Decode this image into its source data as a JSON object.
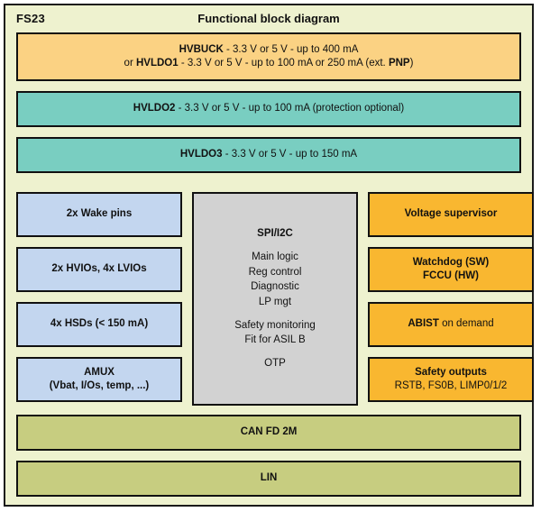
{
  "header": {
    "part_number": "FS23",
    "title": "Functional block diagram"
  },
  "colors": {
    "canvas": "#eef2cf",
    "border": "#111111",
    "buck": "#fbd283",
    "ldo": "#79cec1",
    "io": "#c3d6ef",
    "core": "#d2d2d2",
    "safety": "#f9b730",
    "network": "#c7cd80"
  },
  "supplies": [
    {
      "name": "hvbuck-hvldo1",
      "line1_bold": "HVBUCK",
      "line1_rest": " - 3.3 V or 5 V - up to 400 mA",
      "line2_pre": "or ",
      "line2_bold": "HVLDO1",
      "line2_mid": " - 3.3 V or 5 V - up to 100 mA or 250 mA (ext. ",
      "line2_bold2": "PNP",
      "line2_end": ")"
    },
    {
      "name": "hvldo2",
      "bold": "HVLDO2",
      "rest": " - 3.3 V or 5 V - up to 100 mA (protection optional)"
    },
    {
      "name": "hvldo3",
      "bold": "HVLDO3",
      "rest": " - 3.3 V or 5 V - up to 150 mA"
    }
  ],
  "io_blocks": [
    {
      "name": "wake-pins",
      "line1": "2x Wake pins",
      "line2": ""
    },
    {
      "name": "hvios-lvios",
      "line1": "2x HVIOs, 4x LVIOs",
      "line2": ""
    },
    {
      "name": "hsds",
      "line1": "4x HSDs (< 150 mA)",
      "line2": ""
    },
    {
      "name": "amux",
      "line1": "AMUX",
      "line2": "(Vbat, I/Os, temp, ...)"
    }
  ],
  "core": {
    "interface": "SPI/I2C",
    "functions": [
      "Main logic",
      "Reg control",
      "Diagnostic",
      "LP mgt"
    ],
    "safety": [
      "Safety monitoring",
      "Fit for ASIL B"
    ],
    "memory": "OTP"
  },
  "safety_blocks": [
    {
      "name": "voltage-supervisor",
      "line1": "Voltage supervisor",
      "line2": "",
      "bold1": true,
      "bold2": false,
      "mixed": false
    },
    {
      "name": "watchdog-fccu",
      "line1": "Watchdog (SW)",
      "line2": "FCCU (HW)",
      "bold1": true,
      "bold2": true,
      "mixed": false
    },
    {
      "name": "abist",
      "line1": "ABIST",
      "line2": " on demand",
      "bold1": true,
      "bold2": false,
      "mixed": true
    },
    {
      "name": "safety-outputs",
      "line1": "Safety outputs",
      "line2": "RSTB, FS0B, LIMP0/1/2",
      "bold1": true,
      "bold2": false,
      "mixed": false
    }
  ],
  "network_blocks": [
    {
      "name": "can-fd",
      "label": "CAN FD 2M"
    },
    {
      "name": "lin",
      "label": "LIN"
    }
  ]
}
